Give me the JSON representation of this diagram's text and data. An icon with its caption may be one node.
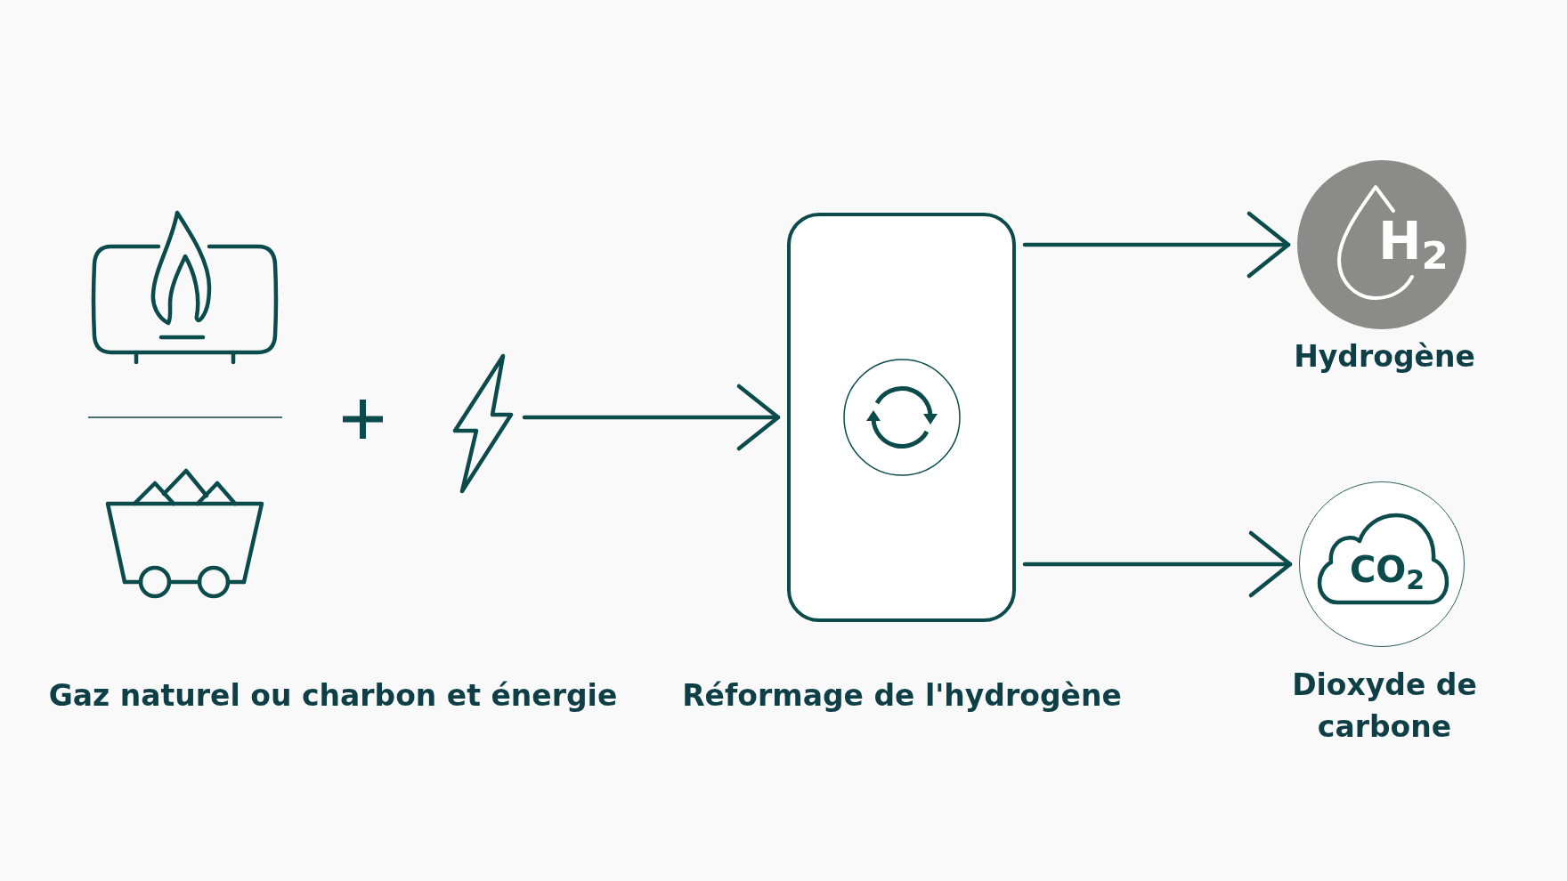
{
  "diagram": {
    "nodes": [
      {
        "text": [],
        "shape": "picture",
        "beside": [
          "Gaz naturel ou charbon et énergie"
        ]
      },
      {
        "text": [],
        "shape": "box",
        "beside": [
          "Réformage de l'hydrogène"
        ]
      },
      {
        "text": [
          "H$_{2}$"
        ],
        "beside": [
          "Hydrogène"
        ]
      },
      {
        "text": [
          "CO$_{2}$"
        ],
        "beside": [
          "Dioxyde de carbone"
        ]
      }
    ],
    "edges": [
      {
        "from": 0,
        "to": 1,
        "arrow": "to"
      },
      {
        "from": 1,
        "to": 2,
        "arrow": "to"
      },
      {
        "from": 1,
        "to": 3,
        "arrow": "to"
      }
    ]
  }
}
